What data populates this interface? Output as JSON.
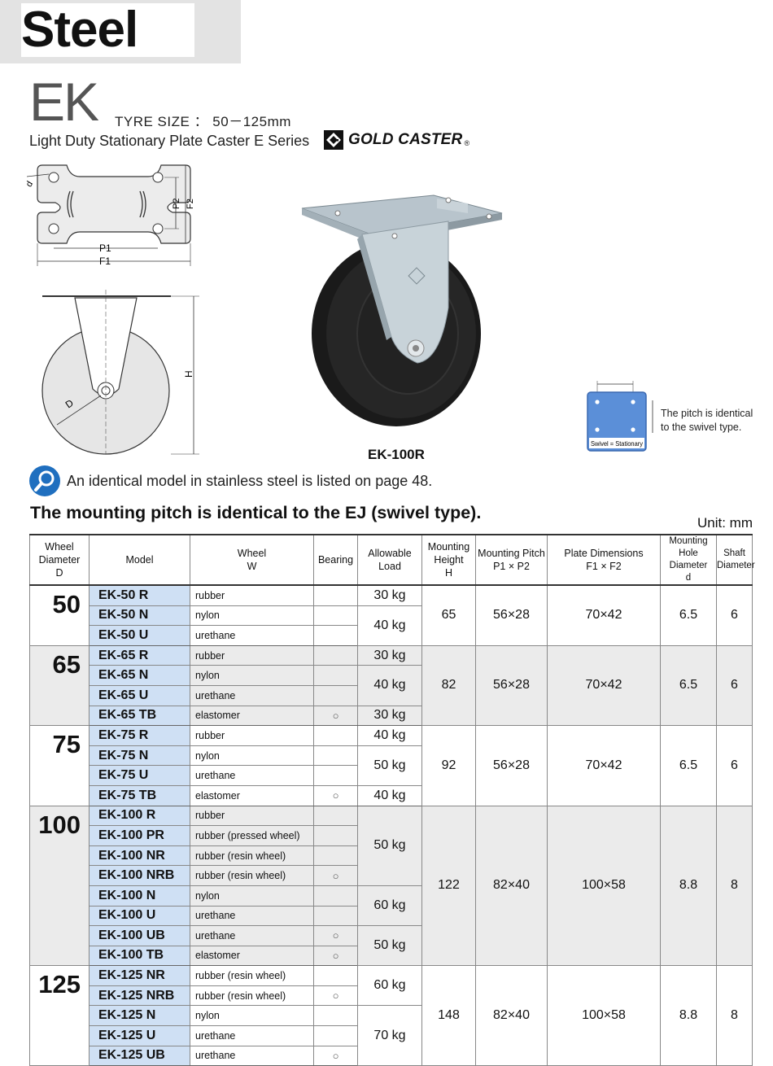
{
  "header": {
    "category": "Steel",
    "model_code": "EK",
    "tyre_size": "TYRE SIZE ： 50－125mm",
    "subtitle": "Light Duty Stationary Plate Caster  E Series",
    "brand": "GOLD CASTER",
    "brand_mark": "®"
  },
  "drawings": {
    "top_labels": {
      "d": "d",
      "p1": "P1",
      "f1": "F1",
      "p2": "P2",
      "f2": "F2"
    },
    "side_labels": {
      "h": "H",
      "d": "D"
    }
  },
  "photo": {
    "caption": "EK-100R"
  },
  "pitch_box": {
    "label": "Swivel = Stationary",
    "note_line1": "The pitch is identical",
    "note_line2": "to the swivel type."
  },
  "stainless_note": "An identical model in stainless steel is listed on page 48.",
  "mount_heading": "The mounting pitch is identical to the EJ (swivel type).",
  "unit": "Unit: mm",
  "table": {
    "headers": {
      "wheel_diameter": [
        "Wheel",
        "Diameter",
        "D"
      ],
      "model": "Model",
      "wheel": [
        "Wheel",
        "W"
      ],
      "bearing": "Bearing",
      "allowable_load": [
        "Allowable",
        "Load"
      ],
      "mounting_height": [
        "Mounting",
        "Height",
        "H"
      ],
      "mounting_pitch": [
        "Mounting Pitch",
        "P1 × P2"
      ],
      "plate_dimensions": [
        "Plate Dimensions",
        "F1 × F2"
      ],
      "mounting_hole": [
        "Mounting Hole",
        "Diameter",
        "d"
      ],
      "shaft": [
        "Shaft",
        "Diameter"
      ]
    },
    "groups": [
      {
        "diameter": "50",
        "height": "65",
        "pitch": "56×28",
        "plate": "70×42",
        "hole": "6.5",
        "shaft": "6",
        "rows": [
          {
            "model": "EK-50 R",
            "wheel": "rubber",
            "bearing": "",
            "load": "30 kg",
            "span": 1
          },
          {
            "model": "EK-50 N",
            "wheel": "nylon",
            "bearing": "",
            "load": "40 kg",
            "span": 2
          },
          {
            "model": "EK-50 U",
            "wheel": "urethane",
            "bearing": ""
          }
        ]
      },
      {
        "diameter": "65",
        "height": "82",
        "pitch": "56×28",
        "plate": "70×42",
        "hole": "6.5",
        "shaft": "6",
        "rows": [
          {
            "model": "EK-65 R",
            "wheel": "rubber",
            "bearing": "",
            "load": "30 kg",
            "span": 1
          },
          {
            "model": "EK-65 N",
            "wheel": "nylon",
            "bearing": "",
            "load": "40 kg",
            "span": 2
          },
          {
            "model": "EK-65 U",
            "wheel": "urethane",
            "bearing": ""
          },
          {
            "model": "EK-65 TB",
            "wheel": "elastomer",
            "bearing": "○",
            "load": "30 kg",
            "span": 1
          }
        ]
      },
      {
        "diameter": "75",
        "height": "92",
        "pitch": "56×28",
        "plate": "70×42",
        "hole": "6.5",
        "shaft": "6",
        "rows": [
          {
            "model": "EK-75 R",
            "wheel": "rubber",
            "bearing": "",
            "load": "40 kg",
            "span": 1
          },
          {
            "model": "EK-75 N",
            "wheel": "nylon",
            "bearing": "",
            "load": "50 kg",
            "span": 2
          },
          {
            "model": "EK-75 U",
            "wheel": "urethane",
            "bearing": ""
          },
          {
            "model": "EK-75 TB",
            "wheel": "elastomer",
            "bearing": "○",
            "load": "40 kg",
            "span": 1
          }
        ]
      },
      {
        "diameter": "100",
        "height": "122",
        "pitch": "82×40",
        "plate": "100×58",
        "hole": "8.8",
        "shaft": "8",
        "rows": [
          {
            "model": "EK-100 R",
            "wheel": "rubber",
            "bearing": "",
            "load": "50 kg",
            "span": 4
          },
          {
            "model": "EK-100 PR",
            "wheel": "rubber (pressed wheel)",
            "bearing": ""
          },
          {
            "model": "EK-100 NR",
            "wheel": "rubber (resin wheel)",
            "bearing": ""
          },
          {
            "model": "EK-100 NRB",
            "wheel": "rubber (resin wheel)",
            "bearing": "○"
          },
          {
            "model": "EK-100 N",
            "wheel": "nylon",
            "bearing": "",
            "load": "60 kg",
            "span": 2
          },
          {
            "model": "EK-100 U",
            "wheel": "urethane",
            "bearing": ""
          },
          {
            "model": "EK-100 UB",
            "wheel": "urethane",
            "bearing": "○",
            "load": "50 kg",
            "span": 2
          },
          {
            "model": "EK-100 TB",
            "wheel": "elastomer",
            "bearing": "○"
          }
        ]
      },
      {
        "diameter": "125",
        "height": "148",
        "pitch": "82×40",
        "plate": "100×58",
        "hole": "8.8",
        "shaft": "8",
        "rows": [
          {
            "model": "EK-125 NR",
            "wheel": "rubber (resin wheel)",
            "bearing": "",
            "load": "60 kg",
            "span": 2
          },
          {
            "model": "EK-125 NRB",
            "wheel": "rubber (resin wheel)",
            "bearing": "○"
          },
          {
            "model": "EK-125 N",
            "wheel": "nylon",
            "bearing": "",
            "load": "70 kg",
            "span": 3
          },
          {
            "model": "EK-125 U",
            "wheel": "urethane",
            "bearing": ""
          },
          {
            "model": "EK-125 UB",
            "wheel": "urethane",
            "bearing": "○"
          }
        ]
      }
    ]
  },
  "colors": {
    "model_cell": "#cfe0f4",
    "shade": "#ebebeb",
    "pitch_box": "#5b8fd8",
    "icon_blue": "#1f6fbf"
  }
}
